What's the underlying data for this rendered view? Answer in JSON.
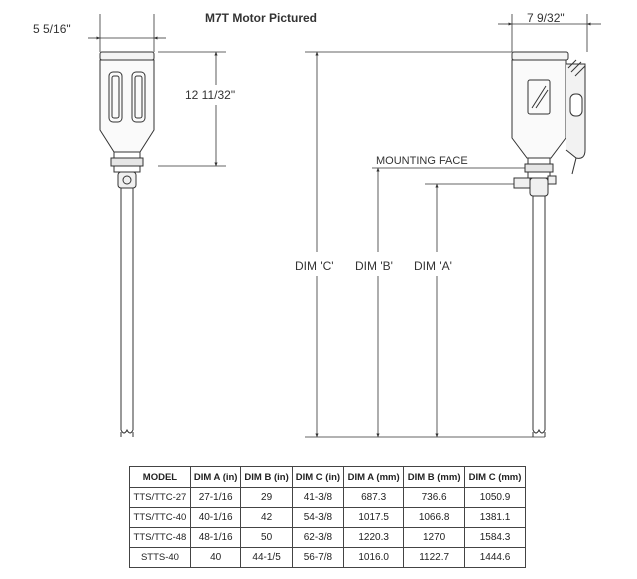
{
  "drawing": {
    "title": "M7T Motor Pictured",
    "dim_width_left": "5 5/16\"",
    "dim_height_motor": "12 11/32\"",
    "dim_width_right": "7 9/32\"",
    "mounting_face": "MOUNTING FACE",
    "dim_c": "DIM 'C'",
    "dim_b": "DIM 'B'",
    "dim_a": "DIM 'A'"
  },
  "table": {
    "headers": [
      "MODEL",
      "DIM A (in)",
      "DIM B (in)",
      "DIM C (in)",
      "DIM A (mm)",
      "DIM B (mm)",
      "DIM C (mm)"
    ],
    "rows": [
      [
        "TTS/TTC-27",
        "27-1/16",
        "29",
        "41-3/8",
        "687.3",
        "736.6",
        "1050.9"
      ],
      [
        "TTS/TTC-40",
        "40-1/16",
        "42",
        "54-3/8",
        "1017.5",
        "1066.8",
        "1381.1"
      ],
      [
        "TTS/TTC-48",
        "48-1/16",
        "50",
        "62-3/8",
        "1220.3",
        "1270",
        "1584.3"
      ],
      [
        "STTS-40",
        "40",
        "44-1/5",
        "56-7/8",
        "1016.0",
        "1122.7",
        "1444.6"
      ]
    ]
  }
}
